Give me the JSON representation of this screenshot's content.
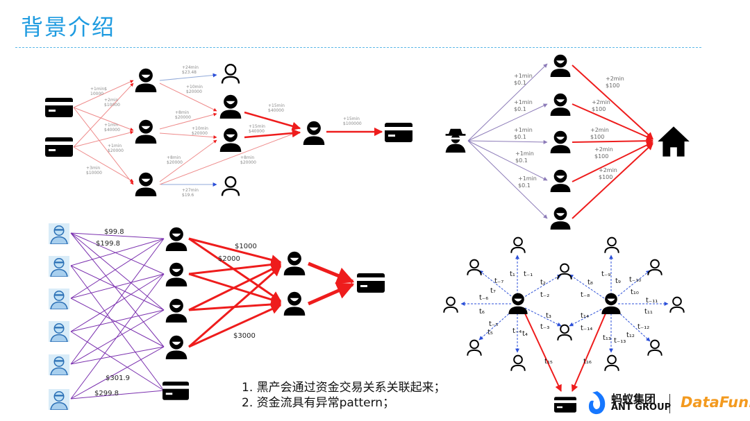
{
  "title": "背景介绍",
  "notes": [
    "1. 黑产会通过资金交易关系关联起来；",
    "2. 资金流具有异常pattern；"
  ],
  "brand": {
    "ant_cn": "蚂蚁集团",
    "ant_en": "ANT GROUP",
    "datafun": "DataFun."
  },
  "colors": {
    "accent": "#1e9be0",
    "red": "#ee1c1c",
    "purple": "#7a2fae",
    "blue": "#2b4fd8"
  },
  "diagram1": {
    "edge_labels": [
      "+1min$\n10000",
      "+2min\n$10000",
      "+1min\n$40000",
      "+1min\n$20000",
      "+3min\n$10000",
      "+24min\n$23.48",
      "+10min\n$20000",
      "+8min\n$20000",
      "+10min\n$20000",
      "+8min\n$20000",
      "+8min\n$20000",
      "+27min\n$19.6",
      "+15min\n$40000",
      "+15min\n$40000",
      "+15min\n$100000"
    ]
  },
  "diagram2": {
    "left_labels": [
      "+1min\n$0.1",
      "+1min\n$0.1",
      "+1min\n$0.1",
      "+1min\n$0.1",
      "+1min\n$0.1"
    ],
    "right_labels": [
      "+2min\n$100",
      "+2min\n$100",
      "+2min\n$100",
      "+2min\n$100",
      "+2min\n$100"
    ]
  },
  "diagram3": {
    "labels": [
      "$99.8",
      "$199.8",
      "$1000",
      "$2000",
      "$3000",
      "$301.9",
      "$299.8"
    ]
  },
  "diagram4": {
    "left_labels": [
      "t₁",
      "t₋₁",
      "t₋₇",
      "t₇",
      "t₋₆",
      "t₆",
      "t₋₅",
      "t₅",
      "t₋₄",
      "t₄",
      "t₂",
      "t₋₂",
      "t₃",
      "t₋₃"
    ],
    "right_labels": [
      "t₋₉",
      "t₉",
      "t₈",
      "t₋₈",
      "t₋₁₀",
      "t₁₀",
      "t₋₁₁",
      "t₁₁",
      "t₁₄",
      "t₋₁₄",
      "t₋₁₂",
      "t₁₂",
      "t₁₃",
      "t₋₁₃"
    ],
    "bottom_labels": [
      "t₁₅",
      "t₁₆"
    ]
  }
}
